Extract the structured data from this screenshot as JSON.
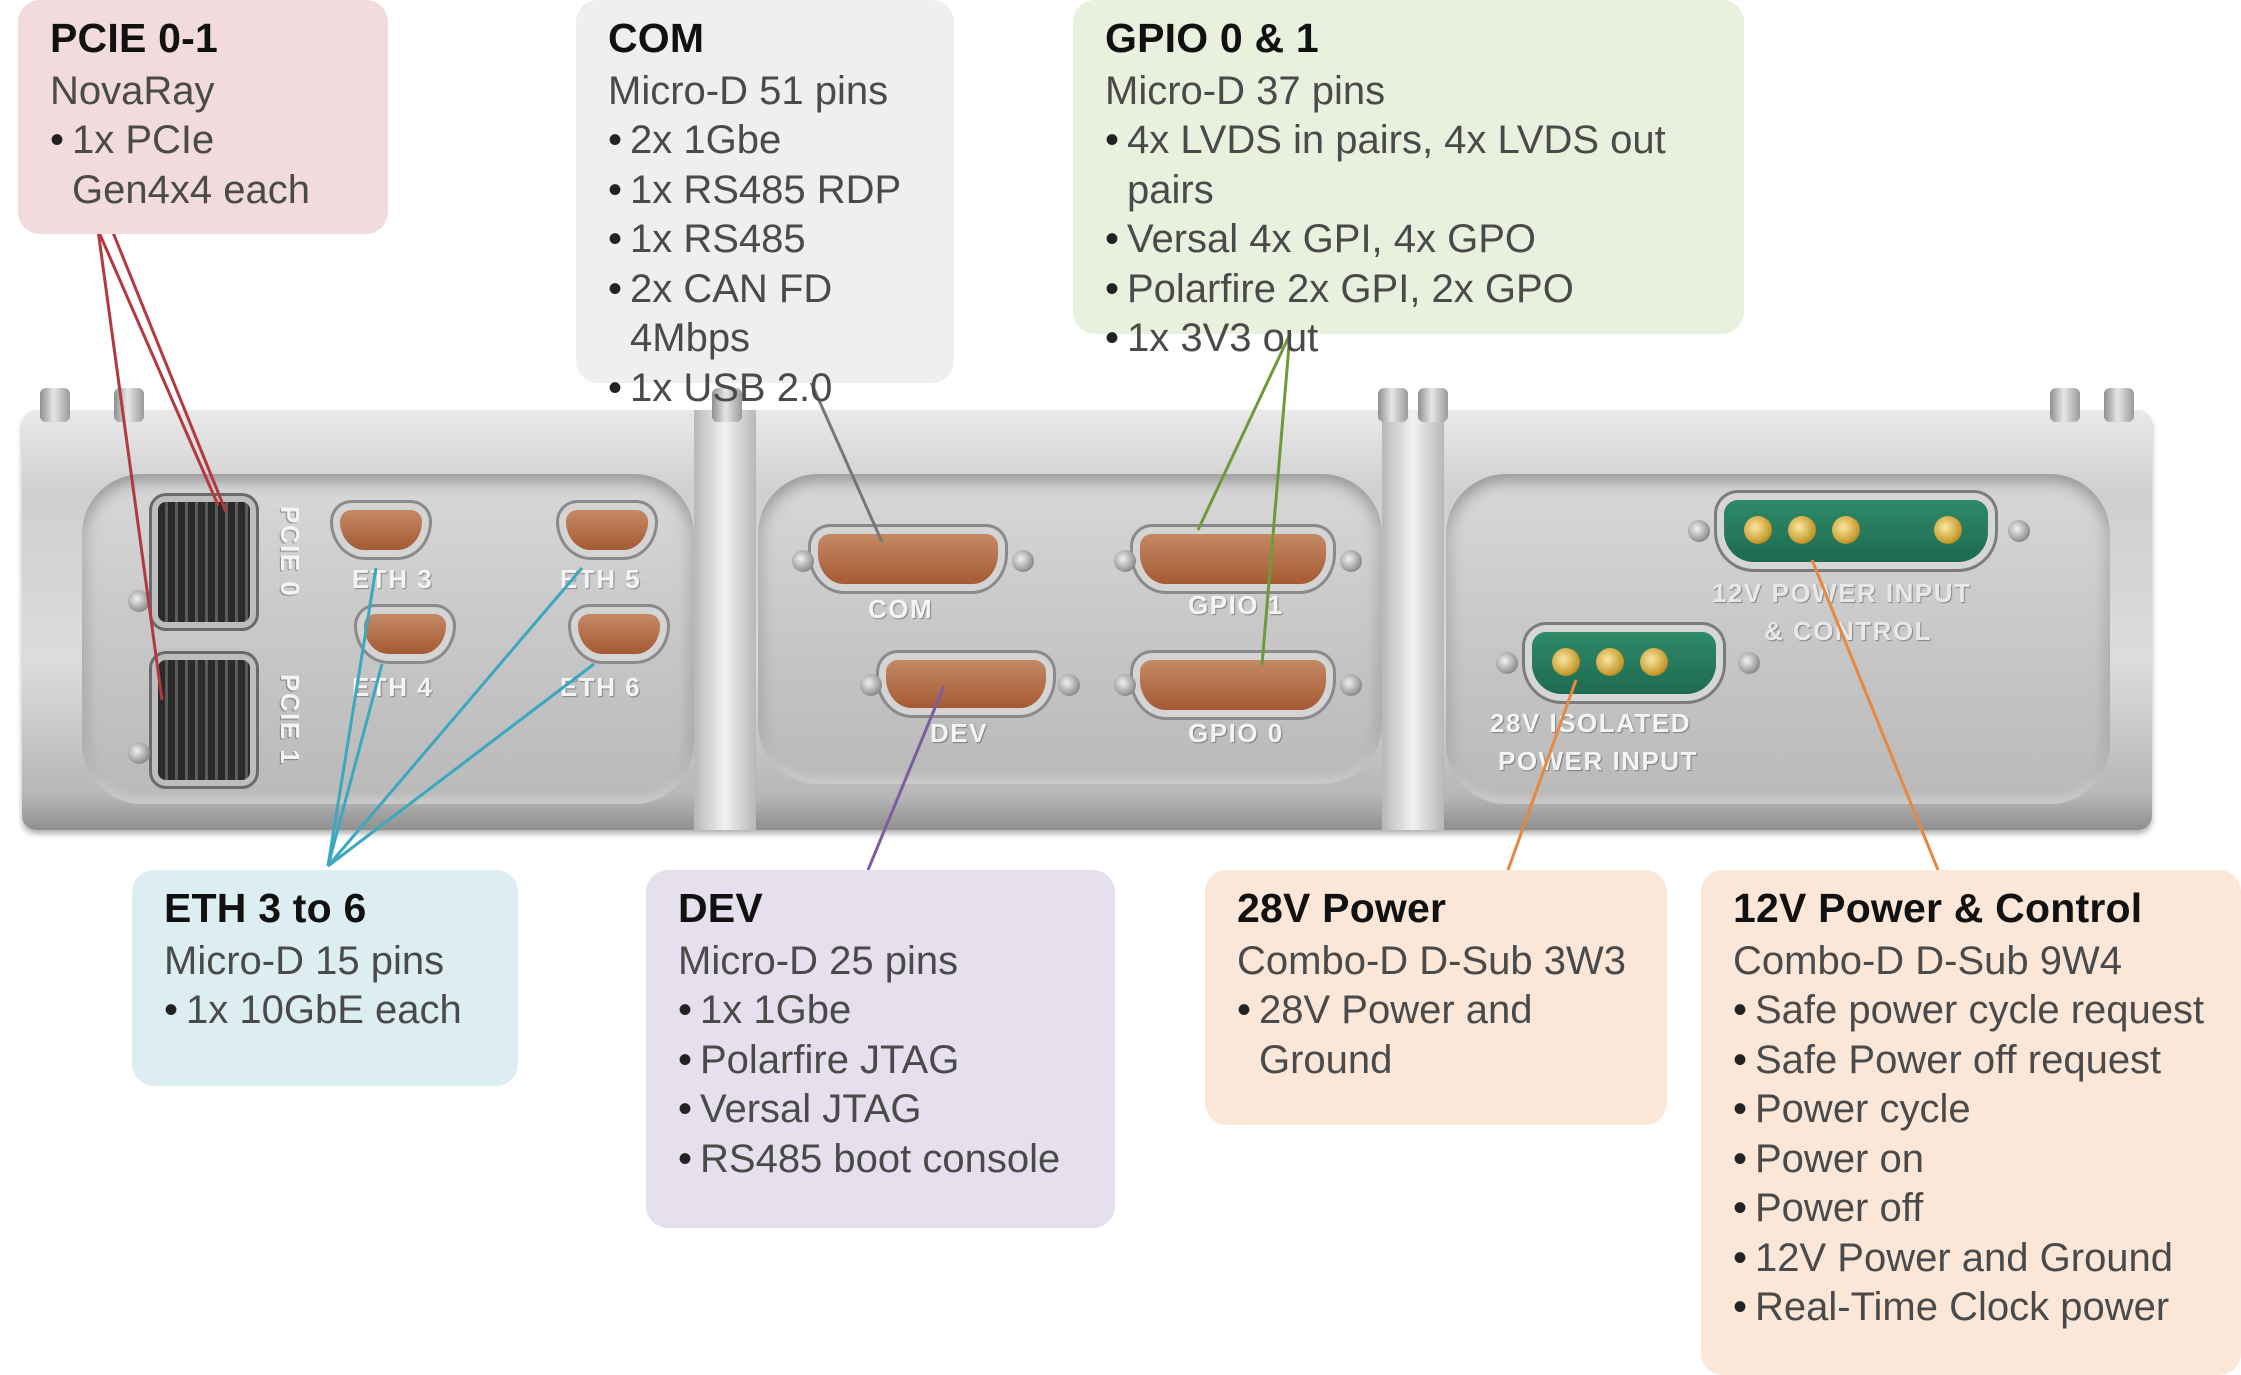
{
  "callouts": {
    "pcie": {
      "title": "PCIE 0-1",
      "subtitle": "NovaRay",
      "items": [
        "1x PCIe Gen4x4 each"
      ]
    },
    "com": {
      "title": "COM",
      "subtitle": "Micro-D 51 pins",
      "items": [
        "2x 1Gbe",
        "1x RS485 RDP",
        "1x RS485",
        "2x CAN FD 4Mbps",
        "1x USB 2.0"
      ]
    },
    "gpio": {
      "title": "GPIO 0 & 1",
      "subtitle": "Micro-D 37 pins",
      "items": [
        "4x LVDS in pairs, 4x LVDS out pairs",
        "Versal 4x GPI, 4x GPO",
        "Polarfire 2x GPI, 2x GPO",
        "1x 3V3 out"
      ]
    },
    "eth": {
      "title": "ETH 3 to 6",
      "subtitle": "Micro-D 15 pins",
      "items": [
        "1x 10GbE each"
      ]
    },
    "dev": {
      "title": "DEV",
      "subtitle": "Micro-D 25 pins",
      "items": [
        "1x 1Gbe",
        "Polarfire JTAG",
        "Versal JTAG",
        "RS485 boot console"
      ]
    },
    "power28": {
      "title": "28V Power",
      "subtitle": "Combo-D D-Sub 3W3",
      "items": [
        "28V Power and Ground"
      ]
    },
    "power12": {
      "title": "12V Power & Control",
      "subtitle": "Combo-D D-Sub 9W4",
      "items": [
        "Safe power cycle request",
        "Safe Power off request",
        "Power cycle",
        "Power on",
        "Power off",
        "12V Power and Ground",
        "Real-Time Clock power"
      ]
    }
  },
  "panel_labels": {
    "pcie0": "PCIE 0",
    "pcie1": "PCIE 1",
    "eth3": "ETH 3",
    "eth4": "ETH 4",
    "eth5": "ETH 5",
    "eth6": "ETH 6",
    "com": "COM",
    "dev": "DEV",
    "gpio1": "GPIO 1",
    "gpio0": "GPIO 0",
    "power12_line1": "12V POWER INPUT",
    "power12_line2": "& CONTROL",
    "power28_line1": "28V ISOLATED",
    "power28_line2": "POWER INPUT"
  },
  "colors": {
    "pcie_box": "#f1dbdc",
    "com_box": "#efefef",
    "gpio_box": "#eaf0de",
    "eth_box": "#ddeef3",
    "dev_box": "#e6e0ee",
    "power_box": "#fbe7d8",
    "pcie_line": "#b3393f",
    "com_line": "#777777",
    "gpio_line": "#6f9a3a",
    "eth_line": "#3aa8bf",
    "dev_line": "#7a5ea0",
    "power_line": "#e8873e"
  }
}
